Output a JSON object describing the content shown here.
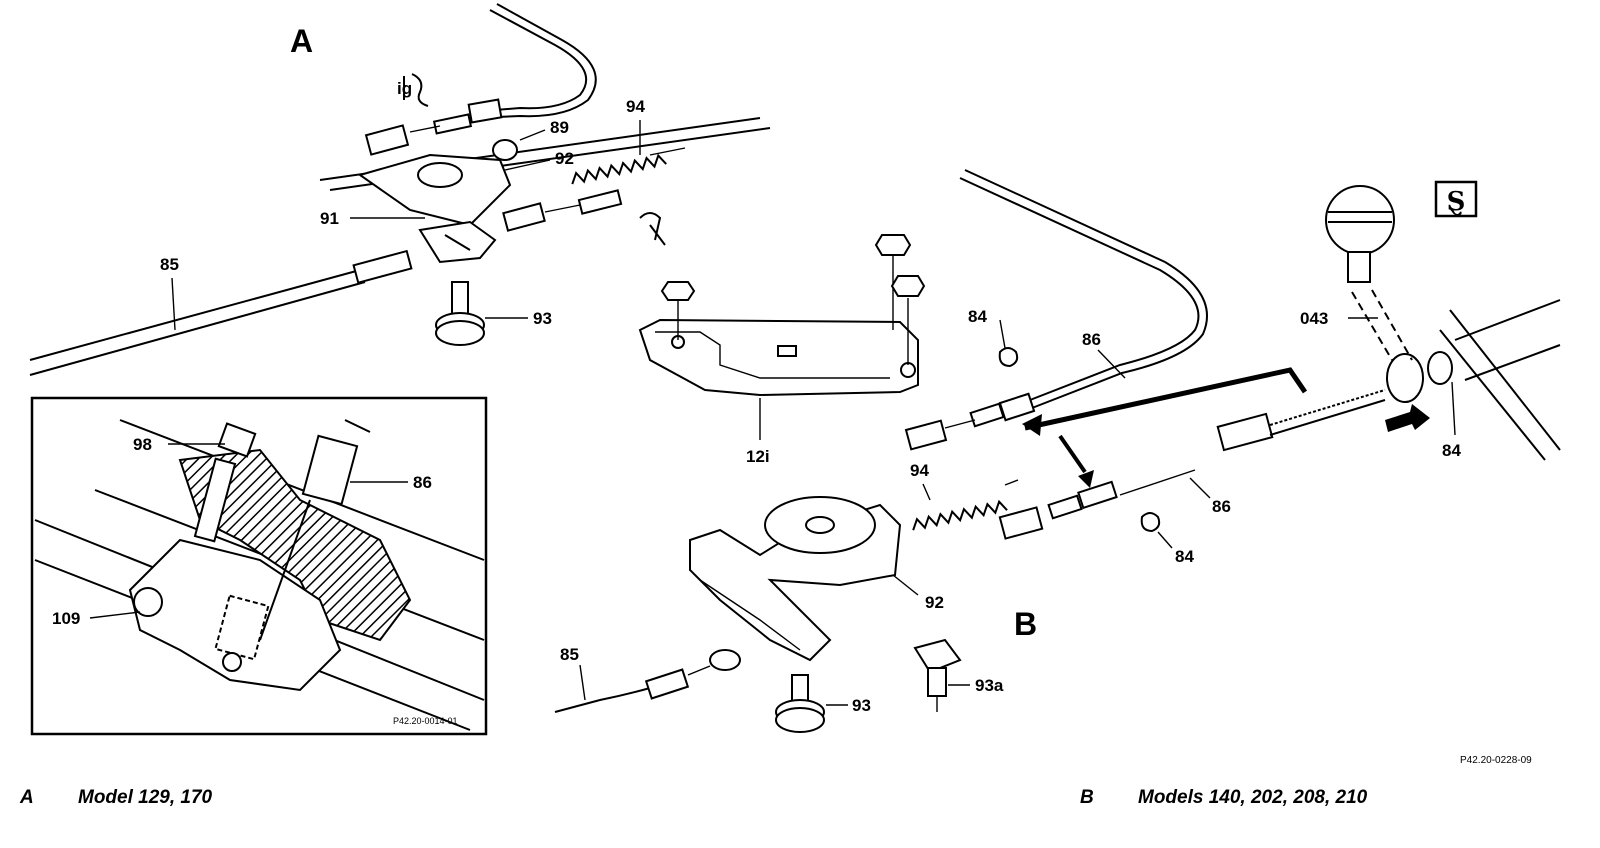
{
  "views": {
    "a": {
      "letter": "A"
    },
    "b": {
      "letter": "B"
    }
  },
  "callouts": {
    "a_top": "ig",
    "a_89": "89",
    "a_94": "94",
    "a_92": "92",
    "a_91": "91",
    "a_85": "85",
    "a_93": "93",
    "mid_12i": "12i",
    "b_84_top": "84",
    "b_86_top": "86",
    "b_043": "043",
    "b_84_right": "84",
    "b_94": "94",
    "b_86_low": "86",
    "b_84_low": "84",
    "b_92": "92",
    "b_85": "85",
    "b_93": "93",
    "b_93a": "93a",
    "inset_98": "98",
    "inset_86": "86",
    "inset_109": "109"
  },
  "symbol": {
    "glyph": "Ȿ",
    "name": "special-tool-symbol"
  },
  "inset_ref": "P42.20-0014-01",
  "figure_ref": "P42.20-0228-09",
  "captions": {
    "a": {
      "letter": "A",
      "text": "Model 129, 170"
    },
    "b": {
      "letter": "B",
      "text": "Models 140, 202, 208, 210"
    }
  }
}
